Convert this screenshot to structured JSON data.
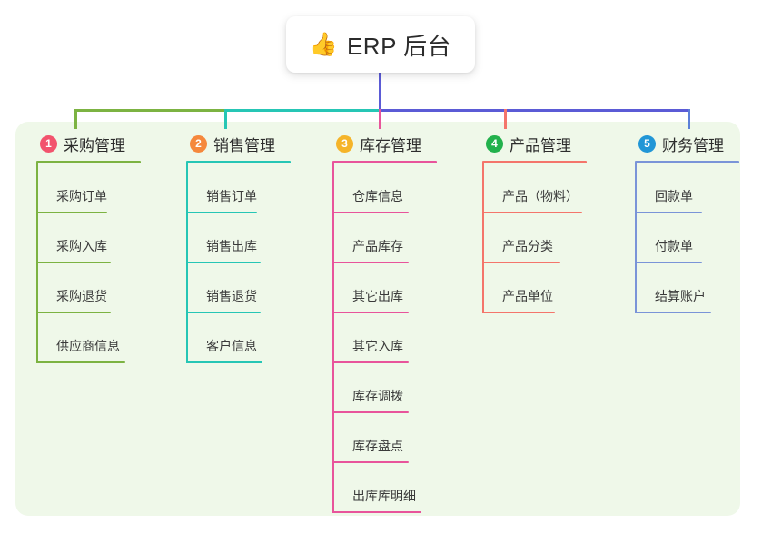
{
  "root": {
    "icon": "thumbs-up-icon",
    "emoji": "👍",
    "title": "ERP 后台"
  },
  "theme": {
    "panel_bg": "#eff8e9",
    "page_bg": "#ffffff",
    "title_text": "#2b2b2b",
    "item_text": "#3a3a3a",
    "stem": "#5b5bd6"
  },
  "columns": [
    {
      "number": "1",
      "label": "采购管理",
      "badge_color": "#f2536d",
      "line_color": "#7cb342",
      "head_rule_width": 115,
      "spine_height": 218,
      "items": [
        {
          "label": "采购订单",
          "rule_width": 78
        },
        {
          "label": "采购入库",
          "rule_width": 82
        },
        {
          "label": "采购退货",
          "rule_width": 82
        },
        {
          "label": "供应商信息",
          "rule_width": 98
        }
      ]
    },
    {
      "number": "2",
      "label": "销售管理",
      "badge_color": "#f5883c",
      "line_color": "#26c6b5",
      "head_rule_width": 115,
      "spine_height": 218,
      "items": [
        {
          "label": "销售订单",
          "rule_width": 78
        },
        {
          "label": "销售出库",
          "rule_width": 82
        },
        {
          "label": "销售退货",
          "rule_width": 82
        },
        {
          "label": "客户信息",
          "rule_width": 84
        }
      ]
    },
    {
      "number": "3",
      "label": "库存管理",
      "badge_color": "#f5b429",
      "line_color": "#e8549b",
      "head_rule_width": 115,
      "spine_height": 382,
      "items": [
        {
          "label": "仓库信息",
          "rule_width": 84
        },
        {
          "label": "产品库存",
          "rule_width": 84
        },
        {
          "label": "其它出库",
          "rule_width": 84
        },
        {
          "label": "其它入库",
          "rule_width": 84
        },
        {
          "label": "库存调拨",
          "rule_width": 84
        },
        {
          "label": "库存盘点",
          "rule_width": 84
        },
        {
          "label": "出库库明细",
          "rule_width": 98
        }
      ]
    },
    {
      "number": "4",
      "label": "产品管理",
      "badge_color": "#22b14c",
      "line_color": "#f4756b",
      "head_rule_width": 115,
      "spine_height": 163,
      "items": [
        {
          "label": "产品（物料）",
          "rule_width": 110
        },
        {
          "label": "产品分类",
          "rule_width": 86
        },
        {
          "label": "产品单位",
          "rule_width": 80
        }
      ]
    },
    {
      "number": "5",
      "label": "财务管理",
      "badge_color": "#2196d6",
      "line_color": "#7a94d8",
      "head_rule_width": 115,
      "spine_height": 163,
      "items": [
        {
          "label": "回款单",
          "rule_width": 74
        },
        {
          "label": "付款单",
          "rule_width": 74
        },
        {
          "label": "结算账户",
          "rule_width": 84
        }
      ]
    }
  ],
  "connectors": {
    "stem_color": "#5b5bd6",
    "segments": [
      {
        "color": "#7cb342"
      },
      {
        "color": "#26c6b5"
      },
      {
        "color": "#5b5bd6"
      },
      {
        "color": "#5b5bd6"
      }
    ],
    "drops": [
      {
        "color": "#7cb342"
      },
      {
        "color": "#26c6b5"
      },
      {
        "color": "#e8549b"
      },
      {
        "color": "#f4756b"
      },
      {
        "color": "#5b7fd8"
      }
    ]
  }
}
